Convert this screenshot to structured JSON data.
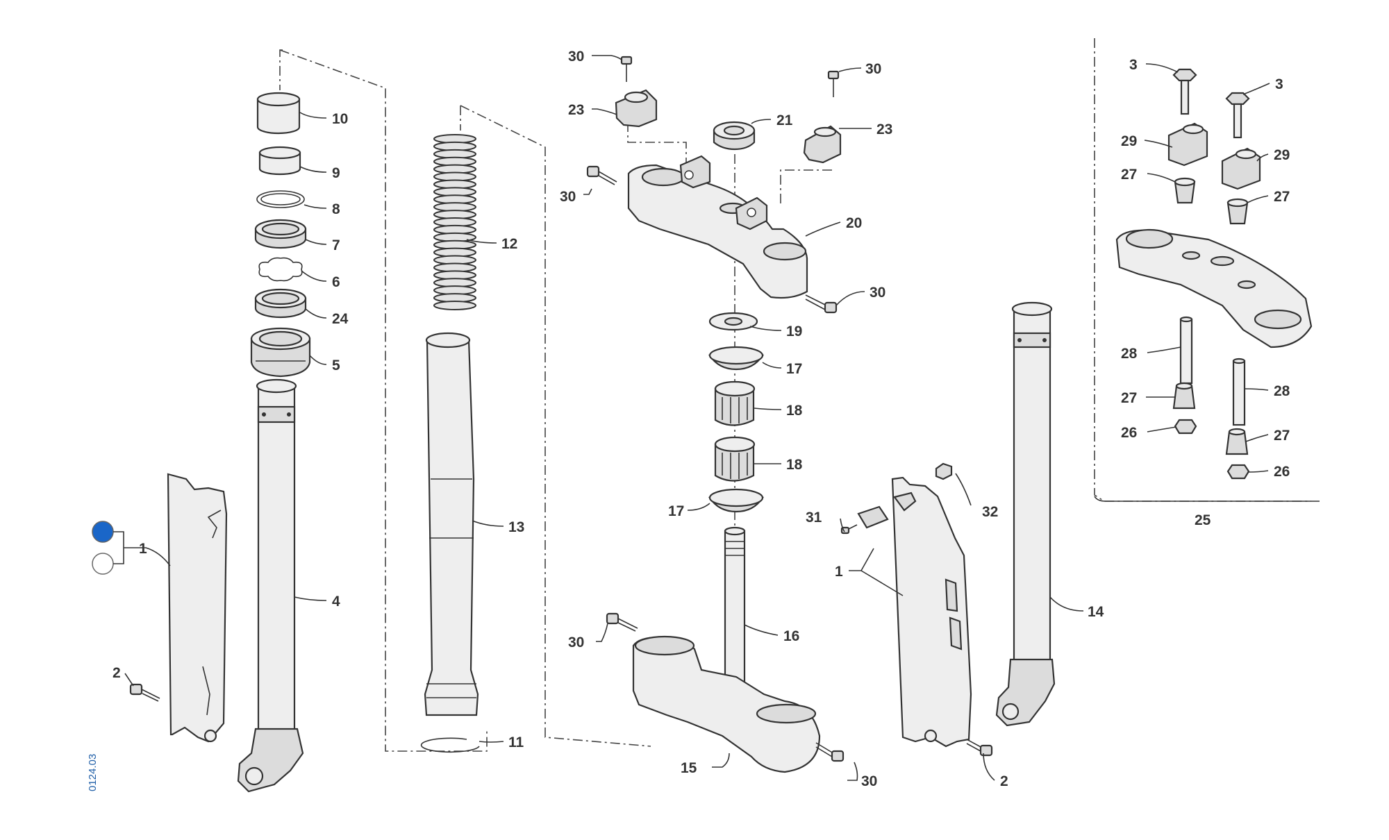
{
  "diagram": {
    "drawing_code": "0124.03",
    "variant_swatches": [
      {
        "name": "blue",
        "color": "#1a66c8",
        "selected": true
      },
      {
        "name": "white",
        "color": "#ffffff",
        "selected": false
      }
    ],
    "callouts": {
      "c1a": "1",
      "c1b": "1",
      "c2a": "2",
      "c2b": "2",
      "c3a": "3",
      "c3b": "3",
      "c4": "4",
      "c5": "5",
      "c6": "6",
      "c7": "7",
      "c8": "8",
      "c9": "9",
      "c10": "10",
      "c11": "11",
      "c12": "12",
      "c13": "13",
      "c14": "14",
      "c15": "15",
      "c16": "16",
      "c17a": "17",
      "c17b": "17",
      "c18a": "18",
      "c18b": "18",
      "c19": "19",
      "c20": "20",
      "c21": "21",
      "c23a": "23",
      "c23b": "23",
      "c24": "24",
      "c25": "25",
      "c26a": "26",
      "c26b": "26",
      "c27a": "27",
      "c27b": "27",
      "c27c": "27",
      "c27d": "27",
      "c28a": "28",
      "c28b": "28",
      "c29a": "29",
      "c29b": "29",
      "c30a": "30",
      "c30b": "30",
      "c30c": "30",
      "c30d": "30",
      "c30e": "30",
      "c30f": "30",
      "c31": "31",
      "c32": "32"
    }
  }
}
